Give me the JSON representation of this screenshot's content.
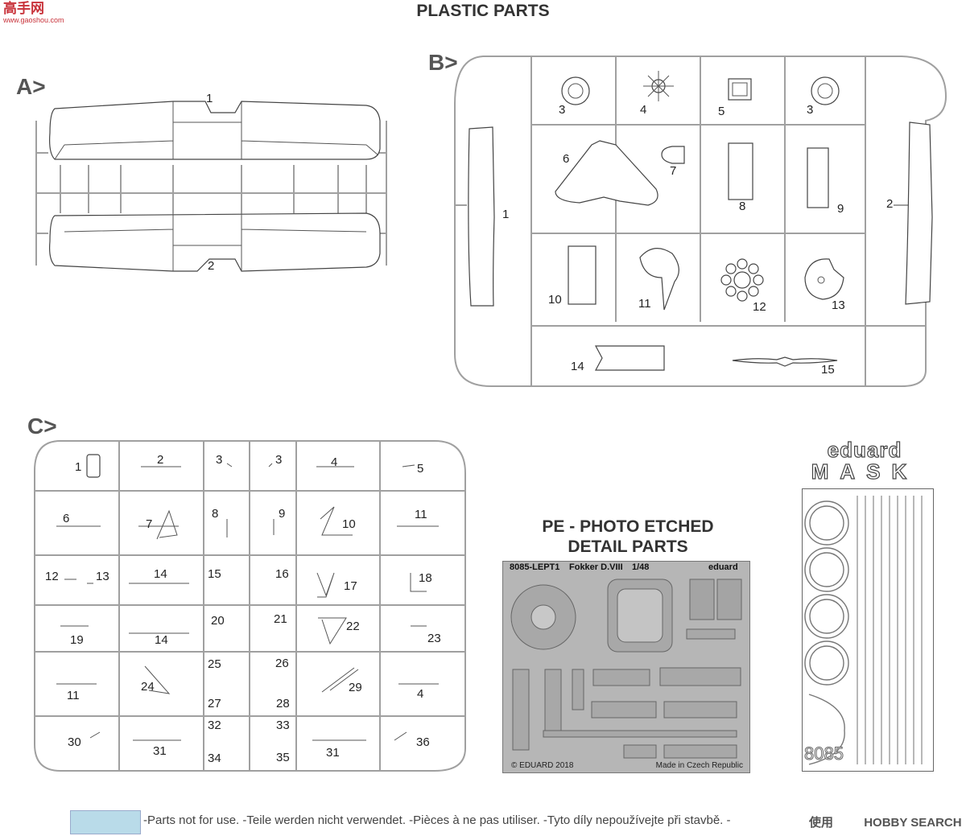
{
  "header": {
    "title": "PLASTIC PARTS"
  },
  "watermark_top": {
    "chars": "高手网",
    "url": "www.gaoshou.com"
  },
  "sections": {
    "a": {
      "label": "A>",
      "parts": [
        "1",
        "2"
      ]
    },
    "b": {
      "label": "B>",
      "parts": [
        "1",
        "2",
        "3",
        "3",
        "4",
        "5",
        "6",
        "7",
        "8",
        "9",
        "10",
        "11",
        "12",
        "13",
        "14",
        "15"
      ]
    },
    "c": {
      "label": "C>",
      "parts": [
        "1",
        "2",
        "3",
        "3",
        "4",
        "5",
        "6",
        "7",
        "8",
        "9",
        "10",
        "11",
        "12",
        "13",
        "14",
        "15",
        "16",
        "17",
        "18",
        "19",
        "14",
        "20",
        "21",
        "22",
        "23",
        "11",
        "24",
        "25",
        "26",
        "27",
        "28",
        "29",
        "4",
        "30",
        "31",
        "32",
        "33",
        "34",
        "35",
        "31",
        "36"
      ]
    }
  },
  "pe": {
    "heading_line1": "PE - PHOTO ETCHED",
    "heading_line2": "DETAIL PARTS",
    "sheet_code": "8085-LEPT1",
    "sheet_model": "Fokker D.VIII",
    "sheet_scale": "1/48",
    "sheet_brand": "eduard",
    "copyright": "© EDUARD 2018",
    "made_in": "Made in Czech Republic"
  },
  "mask": {
    "brand": "eduard",
    "product": "MASK",
    "code": "8085"
  },
  "legend": {
    "text": "-Parts not for use. -Teile werden nicht verwendet. -Pièces à ne pas utiliser. -Tyto díly nepoužívejte při stavbě. -"
  },
  "watermark_bottom": {
    "chars": "使用",
    "brand": "HOBBY SEARCH"
  },
  "colors": {
    "not_for_use": "#b9dbe9",
    "sprue": "#a0a0a0",
    "pe_sheet": "#b6b6b6",
    "logo_red": "#c8323a"
  }
}
